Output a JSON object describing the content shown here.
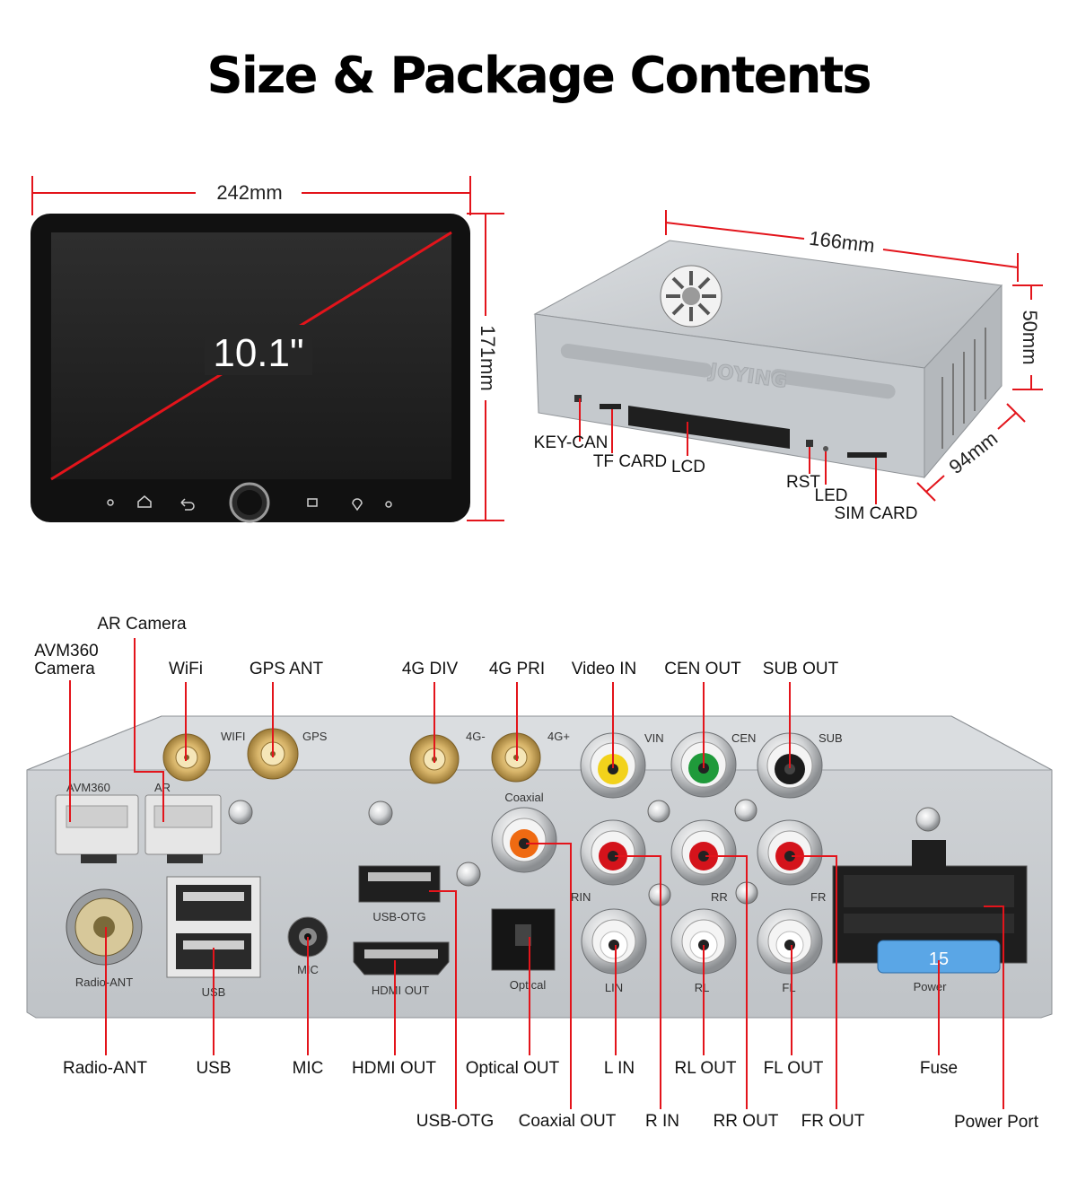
{
  "title": "Size & Package Contents",
  "screen": {
    "size": "10.1\"",
    "width": "242mm",
    "height": "171mm"
  },
  "unit_box": {
    "length": "166mm",
    "height": "50mm",
    "depth": "94mm",
    "brand": "JOYING",
    "ports": [
      "KEY-CAN",
      "TF CARD",
      "LCD",
      "RST",
      "LED",
      "SIM CARD"
    ]
  },
  "rear_panel": {
    "top_labels": {
      "ar_camera": "AR Camera",
      "avm360_line1": "AVM360",
      "avm360_line2": "Camera",
      "wifi": "WiFi",
      "gps_ant": "GPS ANT",
      "div_4g": "4G DIV",
      "pri_4g": "4G PRI",
      "video_in": "Video IN",
      "cen_out": "CEN OUT",
      "sub_out": "SUB OUT"
    },
    "bottom_labels_row1": {
      "radio_ant": "Radio-ANT",
      "usb": "USB",
      "mic": "MIC",
      "hdmi_out": "HDMI OUT",
      "optical_out": "Optical OUT",
      "l_in": "L IN",
      "rl_out": "RL OUT",
      "fl_out": "FL OUT",
      "fuse": "Fuse"
    },
    "bottom_labels_row2": {
      "usb_otg": "USB-OTG",
      "coaxial_out": "Coaxial OUT",
      "r_in": "R IN",
      "rr_out": "RR OUT",
      "fr_out": "FR OUT",
      "power_port": "Power Port"
    },
    "silkscreen": {
      "wifi": "WIFI",
      "gps": "GPS",
      "g4_minus": "4G-",
      "g4_plus": "4G+",
      "vin": "VIN",
      "cen": "CEN",
      "sub": "SUB",
      "avm360": "AVM360",
      "ar": "AR",
      "coaxial": "Coaxial",
      "rin": "RIN",
      "rr": "RR",
      "fr": "FR",
      "radio_ant": "Radio-ANT",
      "usb": "USB",
      "mic": "MIC",
      "usb_otg": "USB-OTG",
      "hdmi_out": "HDMI OUT",
      "optical": "Optical",
      "lin": "LIN",
      "rl": "RL",
      "fl": "FL",
      "power": "Power",
      "fuse_rating": "15"
    }
  },
  "colors": {
    "accent_line": "#e3141b",
    "chassis": "#c9cdd1",
    "gold_connector": "#d8b56a",
    "rca_yellow": "#f2d21b",
    "rca_green": "#1f9a3a",
    "rca_red": "#d4131b",
    "rca_orange": "#ef6a12",
    "fuse_blue": "#5aa6e6"
  }
}
